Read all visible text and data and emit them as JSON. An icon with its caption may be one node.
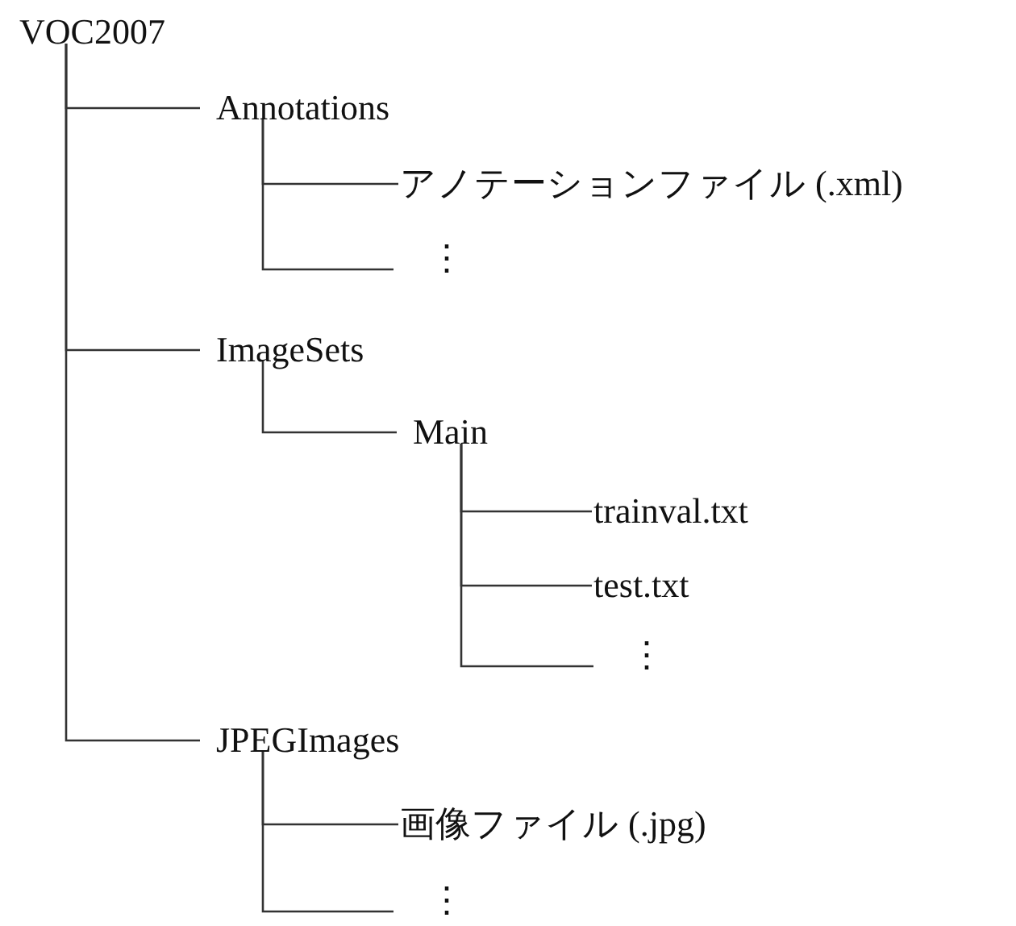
{
  "diagram": {
    "nodes": [
      {
        "text": [
          "VOC2007"
        ]
      },
      {
        "text": [
          "Annotations"
        ]
      },
      {
        "text": [
          "アノテーションファイル (.xml)"
        ]
      },
      {
        "text": [
          "⋮"
        ]
      },
      {
        "text": [
          "ImageSets"
        ]
      },
      {
        "text": [
          "Main"
        ]
      },
      {
        "text": [
          "trainval.txt"
        ]
      },
      {
        "text": [
          "test.txt"
        ]
      },
      {
        "text": [
          "⋮"
        ]
      },
      {
        "text": [
          "JPEGImages"
        ]
      },
      {
        "text": [
          "画像ファイル (.jpg)"
        ]
      },
      {
        "text": [
          "⋮"
        ]
      }
    ],
    "edges": [
      {
        "from": 0,
        "to": 1,
        "arrow": "none"
      },
      {
        "from": 1,
        "to": 2,
        "arrow": "none"
      },
      {
        "from": 1,
        "to": 3,
        "arrow": "none"
      },
      {
        "from": 0,
        "to": 4,
        "arrow": "none"
      },
      {
        "from": 4,
        "to": 5,
        "arrow": "none"
      },
      {
        "from": 5,
        "to": 6,
        "arrow": "none"
      },
      {
        "from": 5,
        "to": 7,
        "arrow": "none"
      },
      {
        "from": 5,
        "to": 8,
        "arrow": "none"
      },
      {
        "from": 0,
        "to": 9,
        "arrow": "none"
      },
      {
        "from": 9,
        "to": 10,
        "arrow": "none"
      },
      {
        "from": 9,
        "to": 11,
        "arrow": "none"
      }
    ]
  }
}
